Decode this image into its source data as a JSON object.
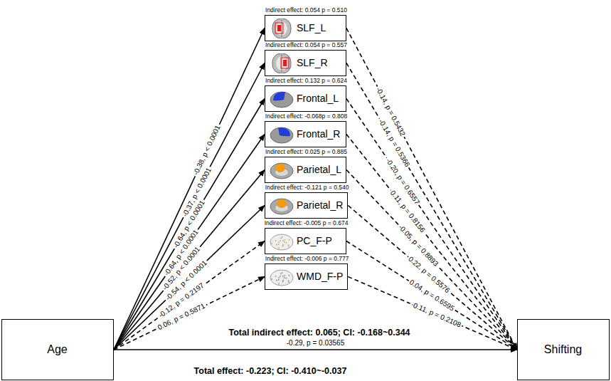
{
  "diagram": {
    "nodes": [
      {
        "text": [
          "Age"
        ]
      },
      {
        "text": [
          "Indirect effect: 0.054 p = 0.510",
          "SLF_L"
        ]
      },
      {
        "text": [
          "Indirect effect: 0.054 p = 0.557",
          "SLF_R"
        ]
      },
      {
        "text": [
          "Indirect effect: 0.132 p = 0.624",
          "Frontal_L"
        ]
      },
      {
        "text": [
          "Indirect effect: -0.068p = 0.808",
          "Frontal_R"
        ]
      },
      {
        "text": [
          "Indirect effect: 0.025 p = 0.885",
          "Parietal_L"
        ]
      },
      {
        "text": [
          "Indirect effect: -0.121 p = 0.540",
          "Parietal_R"
        ]
      },
      {
        "text": [
          "Indirect effect: -0.005 p = 0.674",
          "PC_F-P"
        ]
      },
      {
        "text": [
          "Indirect effect: -0.006 p = 0.777",
          "WMD_F-P"
        ]
      },
      {
        "text": [
          "Shifting"
        ]
      }
    ],
    "edges": [
      {
        "from": 0,
        "to": 1,
        "arrow": "to",
        "label": "-0.38, p < 0.0001"
      },
      {
        "from": 0,
        "to": 2,
        "arrow": "to",
        "label": "-0.37, p < 0.0001"
      },
      {
        "from": 0,
        "to": 3,
        "arrow": "to",
        "label": "-0.64, p < 0.0001"
      },
      {
        "from": 0,
        "to": 4,
        "arrow": "to",
        "label": "-0.64, p < 0.0001"
      },
      {
        "from": 0,
        "to": 5,
        "arrow": "to",
        "label": "-0.52, p < 0.0001"
      },
      {
        "from": 0,
        "to": 6,
        "arrow": "to",
        "label": "-0.54, p < 0.0001"
      },
      {
        "from": 0,
        "to": 7,
        "arrow": "to",
        "label": "-0.12, p = 0.2197"
      },
      {
        "from": 0,
        "to": 8,
        "arrow": "to",
        "label": "0.06, p = 0.5871"
      },
      {
        "from": 1,
        "to": 9,
        "arrow": "to",
        "label": "-0.14, p = 0.5432"
      },
      {
        "from": 2,
        "to": 9,
        "arrow": "to",
        "label": "-0.14, p = 0.5366"
      },
      {
        "from": 3,
        "to": 9,
        "arrow": "to",
        "label": "-0.20, p = 0.6557"
      },
      {
        "from": 4,
        "to": 9,
        "arrow": "to",
        "label": "0.11, p = 0.8156"
      },
      {
        "from": 5,
        "to": 9,
        "arrow": "to",
        "label": "-0.05, p = 0.8893"
      },
      {
        "from": 6,
        "to": 9,
        "arrow": "to",
        "label": "0.22, p = 0.5576"
      },
      {
        "from": 7,
        "to": 9,
        "arrow": "to",
        "label": "0.04, p = 0.6595"
      },
      {
        "from": 8,
        "to": 9,
        "arrow": "to",
        "label": "-0.11, p = 0.2108"
      },
      {
        "from": 0,
        "to": 9,
        "arrow": "to",
        "label": "-0.29, p = 0.03565"
      }
    ],
    "labels": [
      "Total indirect effect: 0.065; CI: -0.168~0.344",
      "Total effect: -0.223; CI: -0.410~-0.037"
    ]
  }
}
